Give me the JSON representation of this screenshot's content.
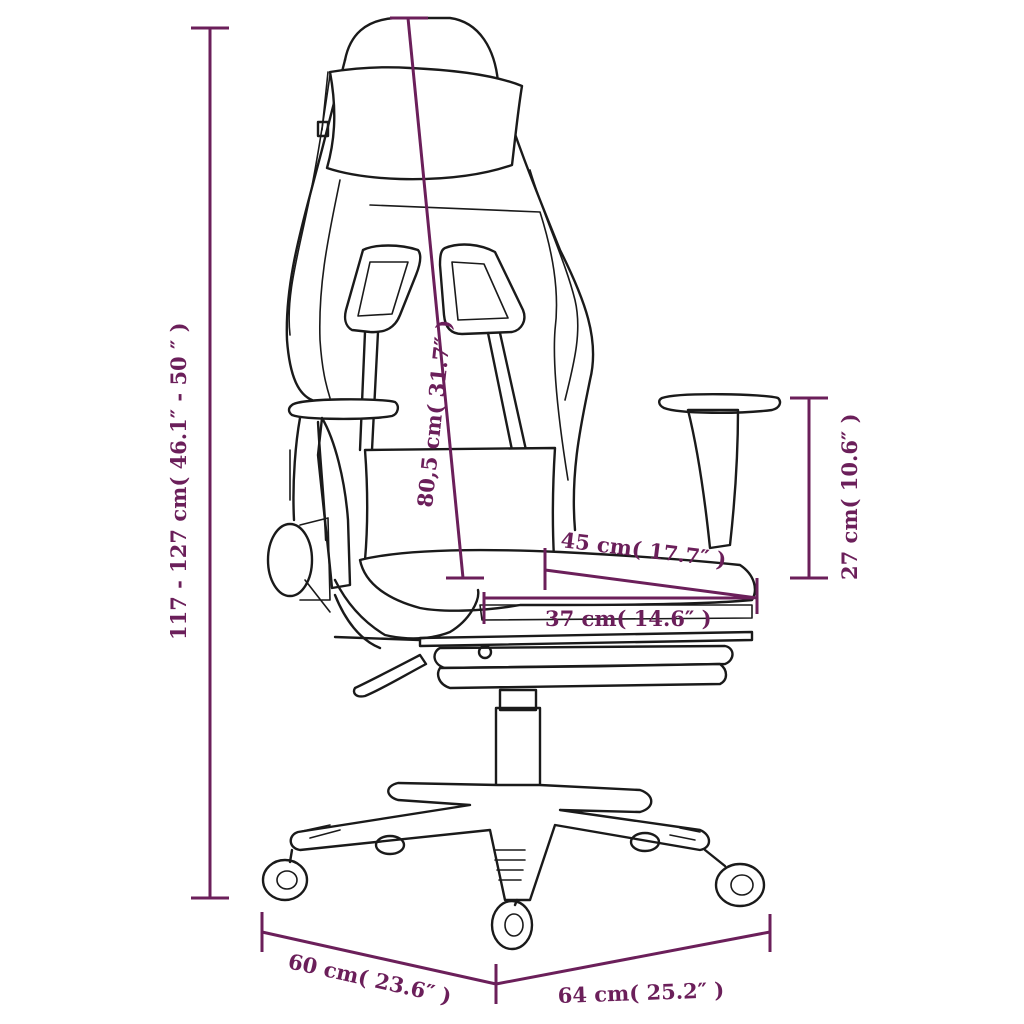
{
  "colors": {
    "dimension": "#6b1f5a",
    "outline": "#1a1a1a",
    "background": "#ffffff"
  },
  "labels": {
    "total_height": "117 - 127 cm( 46.1″ - 50 ″ )",
    "backrest_height": "80,5 cm( 31.7″ )",
    "armrest_height": "27 cm( 10.6″ )",
    "seat_depth": "45 cm( 17.7″ )",
    "seat_width": "37 cm( 14.6″ )",
    "base_depth": "60 cm( 23.6″ )",
    "base_width": "64 cm( 25.2″ )"
  }
}
